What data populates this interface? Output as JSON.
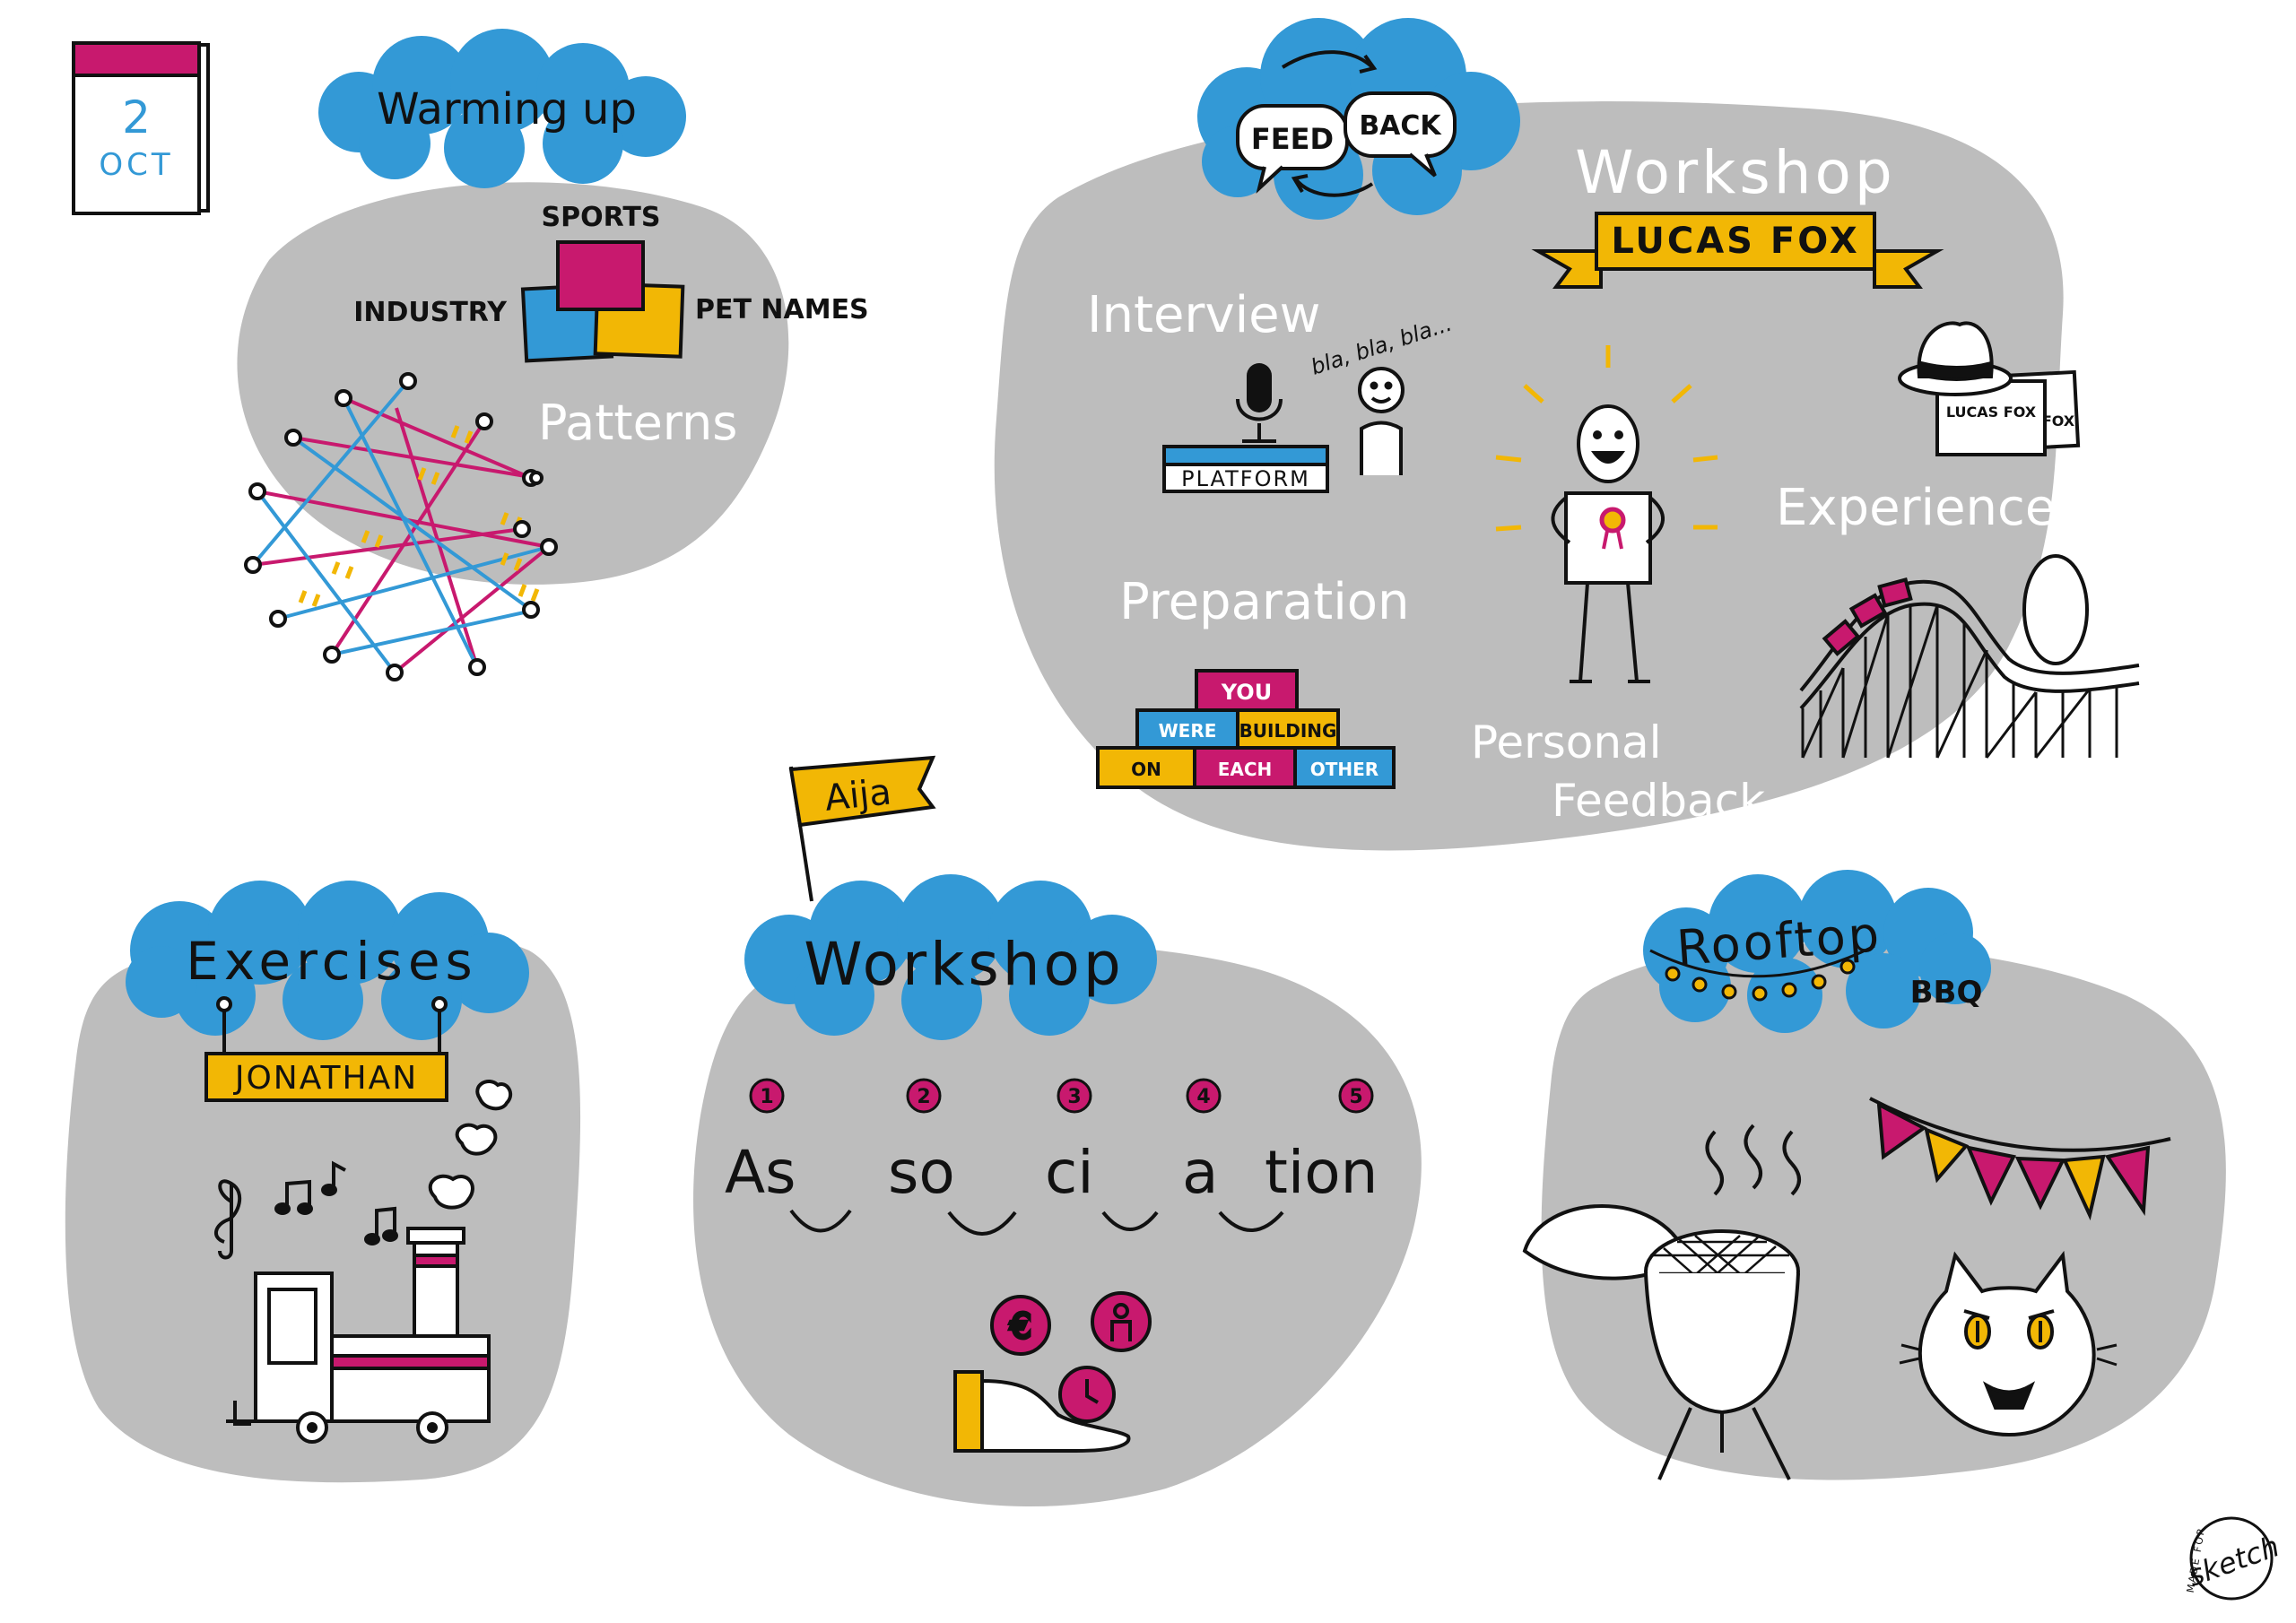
{
  "date": {
    "day": "2",
    "month": "OCT"
  },
  "warming_up": {
    "title": "Warming up",
    "sticky_labels": {
      "top": "SPORTS",
      "left": "INDUSTRY",
      "right": "PET NAMES"
    },
    "patterns_label": "Patterns"
  },
  "workshop_lucas": {
    "feedback_bubbles": {
      "left": "FEED",
      "right": "BACK"
    },
    "title": "Workshop",
    "banner": "LUCAS FOX",
    "interview_label": "Interview",
    "bla_text": "bla, bla, bla...",
    "platform_label": "PLATFORM",
    "preparation_label": "Preparation",
    "pyramid": {
      "top": "YOU",
      "middle": [
        "WERE",
        "BUILDING"
      ],
      "bottom": [
        "ON",
        "EACH",
        "OTHER"
      ]
    },
    "personal_feedback_label": [
      "Personal",
      "Feedback"
    ],
    "experience_label": "Experience",
    "hat_cards": [
      "LUCAS FOX",
      "FOX"
    ]
  },
  "exercises": {
    "title": "Exercises",
    "sign": "JONATHAN"
  },
  "workshop_aija": {
    "flag": "Aija",
    "title": "Workshop",
    "numbers": [
      "1",
      "2",
      "3",
      "4",
      "5"
    ],
    "word_parts": [
      "As",
      "so",
      "ci",
      "a",
      "tion"
    ]
  },
  "rooftop": {
    "title": "Rooftop",
    "subtitle": "BBQ"
  },
  "signature": {
    "main": "sketch",
    "ring": "MADE FOR"
  },
  "colors": {
    "cloud": "#3399d6",
    "blob": "#bdbdbd",
    "magenta": "#c8196e",
    "yellow": "#f2b705",
    "blue": "#3399d6",
    "ink": "#111111"
  }
}
